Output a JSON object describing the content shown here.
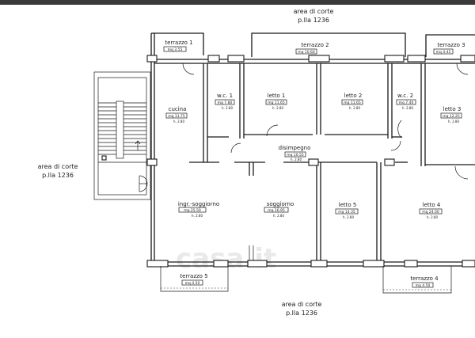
{
  "outside": {
    "top": [
      "area di corte",
      "p.lla 1236"
    ],
    "left": [
      "area di corte",
      "p.lla 1236"
    ],
    "bottom": [
      "area di corte",
      "p.lla 1236"
    ]
  },
  "rooms": {
    "terrazzo1": {
      "name": "terrazzo 1",
      "area": "mq 3.55"
    },
    "terrazzo2": {
      "name": "terrazzo 2",
      "area": "mq 10.60"
    },
    "terrazzo3": {
      "name": "terrazzo 3",
      "area": "mq 4.45"
    },
    "cucina": {
      "name": "cucina",
      "area": "mq 11.75",
      "h": "h. 2.80"
    },
    "wc1": {
      "name": "w.c. 1",
      "area": "mq 7.80",
      "h": "h. 2.80"
    },
    "letto1": {
      "name": "letto 1",
      "area": "mq 11.65",
      "h": "h. 2.80"
    },
    "letto2": {
      "name": "letto 2",
      "area": "mq 11.65",
      "h": "h. 2.80"
    },
    "wc2": {
      "name": "w.c. 2",
      "area": "mq 7.40",
      "h": "h. 2.80"
    },
    "letto3": {
      "name": "letto 3",
      "area": "mq 12.25",
      "h": "h. 2.80"
    },
    "disimpegno": {
      "name": "disimpegno",
      "area": "mq 10.55",
      "h": "h. 2.80"
    },
    "ingr": {
      "name": "ingr.-soggiorno",
      "area": "mq 25.50",
      "h": "h. 2.80"
    },
    "soggiorno": {
      "name": "soggiorno",
      "area": "mq 16.95",
      "h": "h. 2.80"
    },
    "letto5": {
      "name": "letto 5",
      "area": "mq 14.35",
      "h": "h. 2.80"
    },
    "letto4": {
      "name": "letto 4",
      "area": "mq 24.00",
      "h": "h. 2.80"
    },
    "terrazzo5": {
      "name": "terrazzo 5",
      "area": "mq 4.50"
    },
    "terrazzo4": {
      "name": "terrazzo 4",
      "area": "mq 4.50"
    }
  },
  "watermark": "casa.it"
}
